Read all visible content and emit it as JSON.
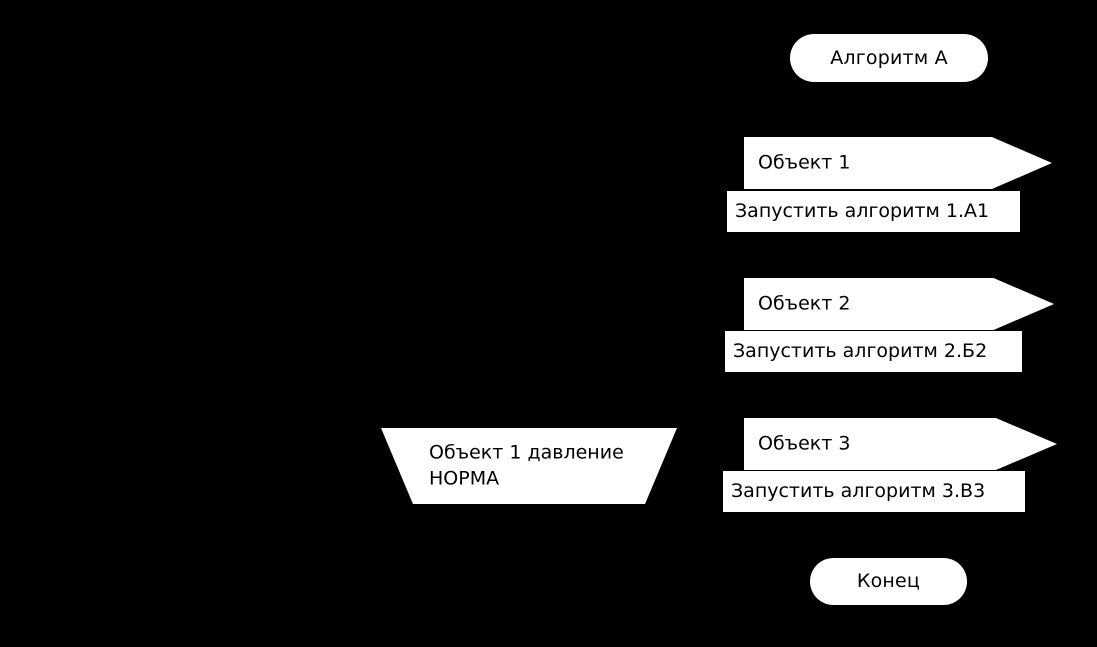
{
  "diagram": {
    "title": "Алгоритм А",
    "background_color": "#000000",
    "shape_fill_color": "#ffffff",
    "text_color": "#000000",
    "start": {
      "label": "Алгоритм А",
      "shape": "terminator"
    },
    "end": {
      "label": "Конец",
      "shape": "terminator"
    },
    "condition": {
      "shape": "trapezoid",
      "line1": "Объект 1 давление",
      "line2": "НОРМА"
    },
    "steps": [
      {
        "object_label": "Объект 1",
        "action_label": "Запустить алгоритм 1.A1",
        "object_shape": "arrow",
        "action_shape": "rectangle"
      },
      {
        "object_label": "Объект 2",
        "action_label": "Запустить алгоритм 2.Б2",
        "object_shape": "arrow",
        "action_shape": "rectangle"
      },
      {
        "object_label": "Объект 3",
        "action_label": "Запустить алгоритм 3.В3",
        "object_shape": "arrow",
        "action_shape": "rectangle"
      }
    ]
  }
}
